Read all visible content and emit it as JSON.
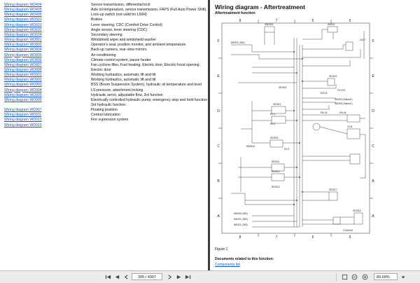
{
  "index": {
    "rows": [
      {
        "link": "Wiring diagram WD404",
        "desc": "Sensor transmission, differential lock"
      },
      {
        "link": "Wiring diagram WD405",
        "desc": "Axle oil temperature, sensor transmission, FAPS (Full Auto Power Shift)."
      },
      {
        "link": "Wiring diagram WD406",
        "desc": "Lock-up switch (not valid for L60H)"
      },
      {
        "link": "Wiring diagram WD501",
        "desc": "Brakes"
      },
      {
        "link": "Wiring diagram WD601",
        "desc": "Lever steering, CDC (Comfort Drive Control)"
      },
      {
        "link": "Wiring diagram WD602",
        "desc": "Angle sensor, lever steering (CDC)"
      },
      {
        "link": "Wiring diagram WD604",
        "desc": "Secondary steering"
      },
      {
        "link": "Wiring diagram WD801",
        "desc": "Windshield wiper and windshield washer"
      },
      {
        "link": "Wiring diagram WD802",
        "desc": "Operator's seat, position monitor, and ambient temperature"
      },
      {
        "link": "Wiring diagram WD804",
        "desc": "Back-up camera, rear-view mirrors"
      },
      {
        "link": "Wiring diagram WD805",
        "desc": "Air conditioning"
      },
      {
        "link": "Wiring diagram WD806",
        "desc": "Climate control system, pause heater"
      },
      {
        "link": "Wiring diagram WD807",
        "desc": "Fan cyclone filter, Fuel heating, Electric door, Electric hood opening."
      },
      {
        "link": "Wiring diagram WD808",
        "desc": "Electric door"
      },
      {
        "link": "Wiring diagram WD901",
        "desc": "Working hydraulics, automatic lift and tilt"
      },
      {
        "link": "Wiring diagram WD902",
        "desc": "Working hydraulics, automatic lift and tilt"
      },
      {
        "link": "Wiring diagram WD903",
        "desc": "BSS (Boom Suspension System), hydraulic oil temperature and level"
      },
      {
        "link": "Wiring diagram WD904",
        "desc": "LS-pressure, attachment locking"
      },
      {
        "link": "Wiring diagram WD905",
        "desc": "Hydraulic servo, adjustable flow, 3rd function"
      },
      {
        "link": "Wiring diagram WD906",
        "desc": "Electrically controlled hydraulic pump, emergency stop and hold function"
      },
      {
        "link": "",
        "desc": "3rd hydraulic function."
      },
      {
        "link": "Wiring diagram WD907",
        "desc": "Floating position"
      },
      {
        "link": "Wiring diagram WD911",
        "desc": "Central lubrication"
      },
      {
        "link": "Wiring diagram WD913",
        "desc": "Fire supression system"
      },
      {
        "link": "Wiring diagram WD915",
        "desc": ""
      }
    ]
  },
  "doc": {
    "title": "Wiring diagram - Aftertreatment",
    "subtitle": "Aftertreatment function",
    "figure_label": "Figure 1",
    "related_heading": "Documents related to this function:",
    "related_link": "Components list"
  },
  "diagram": {
    "col_labels": [
      "8",
      "7",
      "6",
      "5"
    ],
    "row_labels": [
      "F",
      "E",
      "D",
      "C",
      "B",
      "A"
    ],
    "code": "V1150416",
    "components": [
      "SW2009",
      "HMICU",
      "EM-16",
      "EM-43",
      "EM-44",
      "FX1079",
      "SE2543",
      "SE2521",
      "SE2522",
      "SE2523",
      "MA2516",
      "RE2511",
      "RE2512",
      "RE2513",
      "SE2517",
      "SE2518",
      "EH-1",
      "EH-2",
      "EH-3",
      "2ACT",
      "CCM"
    ],
    "notes": [
      "WD390 (Subnet1)",
      "WD395 (Subnet1)",
      "WD901 (SB1)",
      "WD905 (SB2)",
      "WD321 (SB2)",
      "WD321 (SB3)"
    ]
  },
  "toolbar": {
    "page_indicator": "395 / 4997",
    "zoom": "89.68%"
  },
  "colors": {
    "link": "#1a56c8",
    "toolbar_bg": "#ececec",
    "viewer_bg": "#3c3c3c"
  }
}
